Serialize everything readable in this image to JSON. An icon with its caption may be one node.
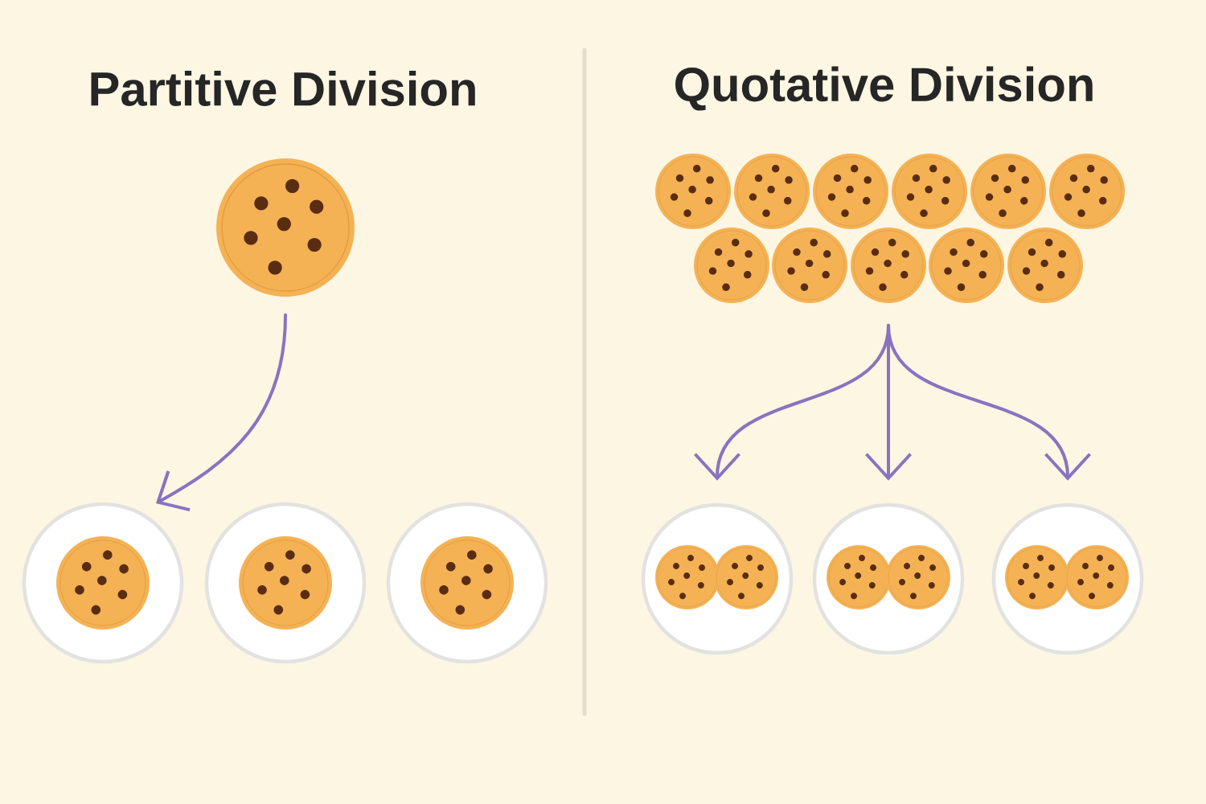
{
  "diagram": {
    "nodes": [
      {
        "text": [],
        "shape": "picture"
      },
      {
        "text": [],
        "shape": "circle"
      },
      {
        "text": [],
        "shape": "circle"
      },
      {
        "text": [],
        "shape": "circle"
      },
      {
        "text": [],
        "shape": "picture"
      },
      {
        "text": [],
        "shape": "circle"
      },
      {
        "text": [],
        "shape": "circle"
      },
      {
        "text": [],
        "shape": "circle"
      }
    ],
    "edges": [
      {
        "from": 0,
        "to": 1,
        "arrow": "to"
      },
      {
        "from": 4,
        "to": 5,
        "arrow": "to"
      },
      {
        "from": 4,
        "to": 6,
        "arrow": "to"
      },
      {
        "from": 4,
        "to": 7,
        "arrow": "to"
      }
    ],
    "labels": [
      "Partitive Division",
      "Quotative Division"
    ]
  }
}
